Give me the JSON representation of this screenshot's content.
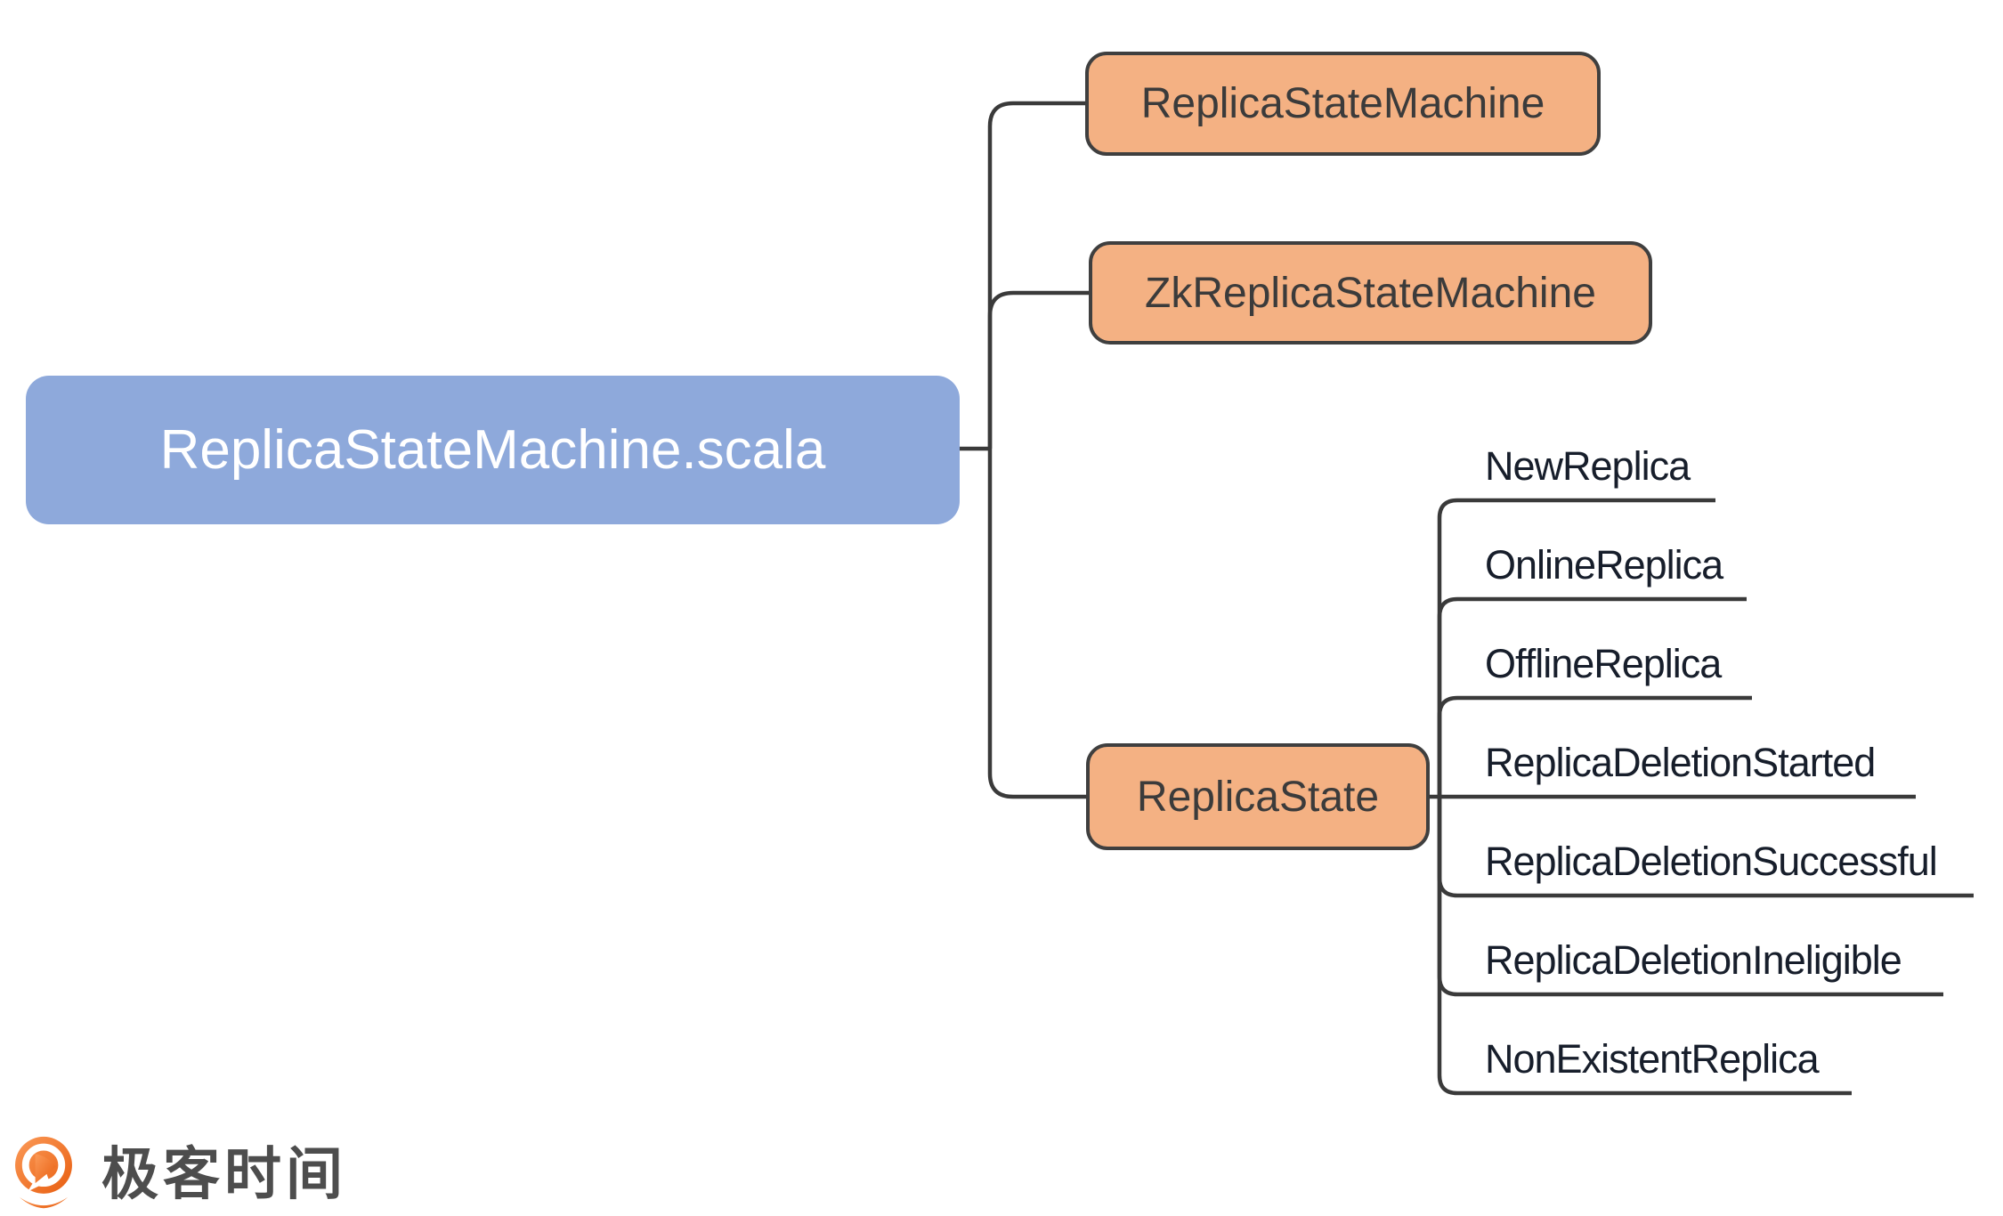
{
  "diagram": {
    "root": {
      "label": "ReplicaStateMachine.scala"
    },
    "children": [
      {
        "label": "ReplicaStateMachine"
      },
      {
        "label": "ZkReplicaStateMachine"
      },
      {
        "label": "ReplicaState",
        "states": [
          "NewReplica",
          "OnlineReplica",
          "OfflineReplica",
          "ReplicaDeletionStarted",
          "ReplicaDeletionSuccessful",
          "ReplicaDeletionIneligible",
          "NonExistentReplica"
        ]
      }
    ]
  },
  "logo": {
    "text": "极客时间"
  },
  "colors": {
    "root_fill": "#8EA9DB",
    "root_text": "#FFFFFF",
    "child_fill": "#F4B183",
    "child_border": "#3F3F3F",
    "child_text": "#3B3B3B",
    "connector_line": "#3A3A3A",
    "state_text": "#171E2B",
    "logo_orange_light": "#FB9A58",
    "logo_orange_dark": "#E85E10",
    "logo_text_color": "#4D4D4D",
    "background": "#FFFFFF"
  }
}
